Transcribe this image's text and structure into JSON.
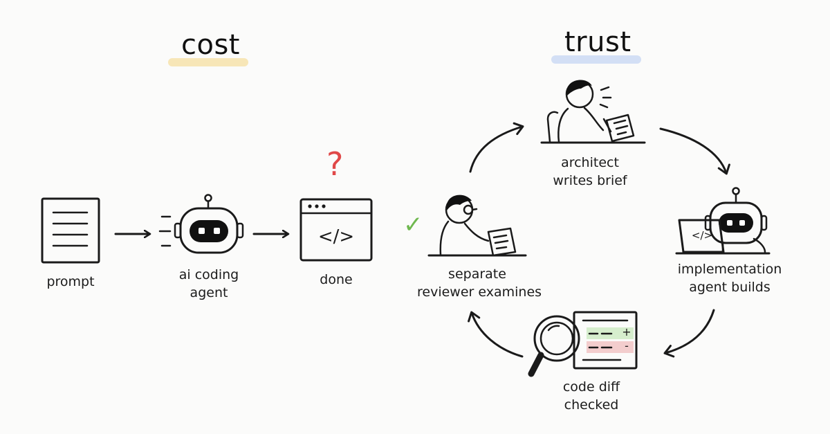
{
  "headings": {
    "cost": "cost",
    "trust": "trust"
  },
  "highlight_colors": {
    "cost": "#f5d98b",
    "trust": "#b9cdf1"
  },
  "colors": {
    "question_mark": "#e04848",
    "checkmark": "#6fb84f",
    "diff_added": "#d6eecd",
    "diff_removed": "#f3cdcd"
  },
  "cost_flow": {
    "prompt": "prompt",
    "agent_line1": "ai coding",
    "agent_line2": "agent",
    "done": "done",
    "question_mark": "?",
    "code_icon_text": "</>"
  },
  "trust_cycle": {
    "architect_line1": "architect",
    "architect_line2": "writes brief",
    "implementation_line1": "implementation",
    "implementation_line2": "agent builds",
    "diff_line1": "code diff",
    "diff_line2": "checked",
    "reviewer_line1": "separate",
    "reviewer_line2": "reviewer examines",
    "checkmark": "✓",
    "laptop_code_text": "</>",
    "diff_plus": "+",
    "diff_minus": "-"
  },
  "icons": [
    "document-icon",
    "robot-icon",
    "code-window-icon",
    "architect-icon",
    "laptop-robot-icon",
    "magnifier-diff-icon",
    "reviewer-icon"
  ]
}
